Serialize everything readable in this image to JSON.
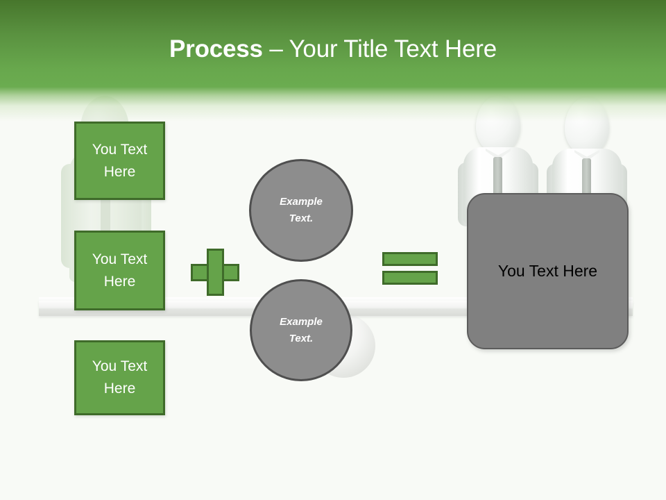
{
  "slide": {
    "background_color": "#f8faf6",
    "header": {
      "title_strong": "Process",
      "title_light": " – Your Title Text Here",
      "band_color_top": "#47762c",
      "band_color_bottom": "#6bac50",
      "text_color": "#ffffff"
    }
  },
  "inputs": {
    "accent_fill": "#65a34a",
    "accent_border": "#3f6b2a",
    "boxes": [
      {
        "line1": "You Text",
        "line2": "Here"
      },
      {
        "line1": "You Text",
        "line2": "Here"
      },
      {
        "line1": "You Text",
        "line2": "Here"
      }
    ]
  },
  "operators": {
    "plus": "+",
    "equals": "="
  },
  "process_circles": {
    "fill": "#8d8d8d",
    "border": "#4f4f4f",
    "items": [
      {
        "line1": "Example",
        "line2": "Text."
      },
      {
        "line1": "Example",
        "line2": "Text."
      }
    ]
  },
  "result": {
    "fill": "#808080",
    "border": "#5c5c5c",
    "text_color": "#000000",
    "label": "You Text Here"
  },
  "decor": {
    "figure_left": "ghost-person-figure",
    "figure_right_1": "person-figure",
    "figure_right_2": "person-figure",
    "beam": "balance-beam",
    "fulcrum": "fulcrum-sphere"
  }
}
